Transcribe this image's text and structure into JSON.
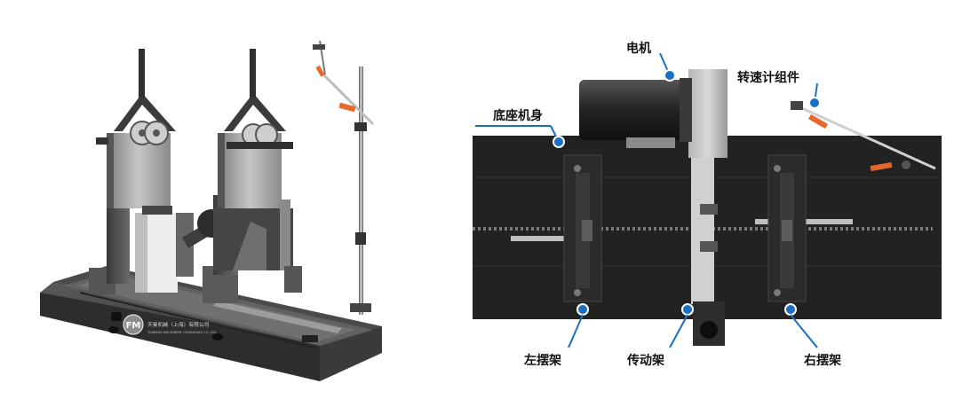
{
  "brand": {
    "logo_text": "FM",
    "company_cn": "天曼机械（上海）有限公司",
    "company_en": "TIANMAN MACHINERY (SHANGHAI) CO.,LTD."
  },
  "labels": {
    "motor": "电机",
    "tachometer_assembly": "转速计组件",
    "base_body": "底座机身",
    "left_swing_frame": "左摆架",
    "drive_frame": "传动架",
    "right_swing_frame": "右摆架"
  },
  "colors": {
    "callout_dot": "#1a6fc4",
    "callout_line": "#1a6fc4",
    "handle_orange": "#e8682a",
    "machine_dark": "#2a2a2a",
    "machine_panel": "#9a9a9a"
  }
}
